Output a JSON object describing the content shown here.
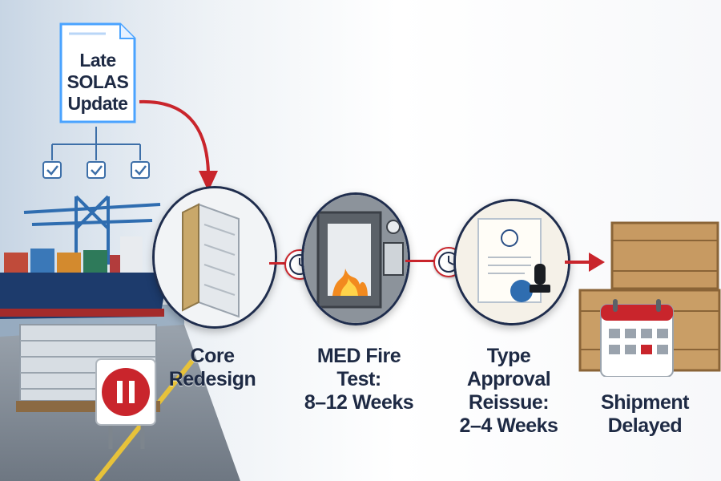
{
  "document_card": {
    "lines": [
      "Late",
      "SOLAS",
      "Update"
    ],
    "icon": "document-icon"
  },
  "steps": [
    {
      "id": "core-redesign",
      "label_lines": [
        "Core",
        "Redesign"
      ],
      "icon": "sandwich-panel-icon"
    },
    {
      "id": "med-fire-test",
      "label_lines": [
        "MED Fire Test:",
        "8–12 Weeks"
      ],
      "icon": "fire-test-furnace-icon"
    },
    {
      "id": "type-approval",
      "label_lines": [
        "Type Approval",
        "Reissue:",
        "2–4 Weeks"
      ],
      "icon": "certificate-stamp-icon"
    },
    {
      "id": "shipment",
      "label_lines": [
        "Shipment",
        "Delayed"
      ],
      "icon": "crates-calendar-icon"
    }
  ],
  "colors": {
    "accent_red": "#c9252c",
    "navy": "#1f2d4d",
    "glow_blue": "#4aa3ff"
  },
  "connectors": [
    "clock-icon",
    "clock-icon",
    "arrow-right-icon"
  ]
}
